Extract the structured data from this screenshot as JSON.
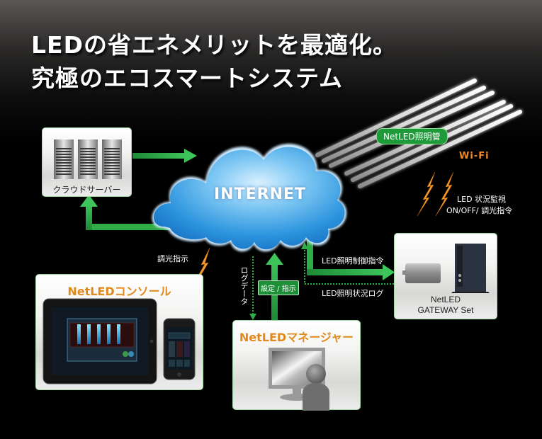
{
  "headline": {
    "line1": "LEDの省エネメリットを最適化。",
    "line2": "究極のエコスマートシステム"
  },
  "nodes": {
    "cloud": {
      "label": "INTERNET",
      "icon": "cloud-icon"
    },
    "server": {
      "label": "クラウドサーバー",
      "icon": "server-rack-icon"
    },
    "tubes": {
      "label": "NetLED照明管",
      "icon": "led-tube-icon"
    },
    "gateway": {
      "label_line1": "NetLED",
      "label_line2": "GATEWAY Set",
      "icon": "gateway-device-icon"
    },
    "console": {
      "label": "NetLEDコンソール",
      "icon": "tablet-phone-icon"
    },
    "manager": {
      "label": "NetLEDマネージャー",
      "icon": "monitor-user-icon"
    }
  },
  "connections": {
    "wifi": "Wi-Fi",
    "led_monitor_line1": "LED 状況監視",
    "led_monitor_line2": "ON/OFF/ 調光指令",
    "control_command": "LED照明制御指令",
    "status_log": "LED照明状況ログ",
    "dimming_instruction": "調光指示",
    "log_data": "ログデータ",
    "settings_instruction": "設定 / 指示"
  },
  "colors": {
    "arrow_green": "#2fae48",
    "accent_orange": "#e08a1e",
    "lightning_orange": "#f39a2a",
    "cloud_blue": "#3aa6e6",
    "box_border": "#9fd9a2"
  }
}
